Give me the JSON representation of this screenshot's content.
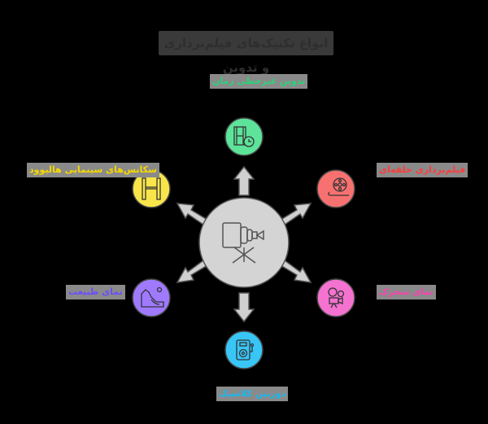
{
  "title": "انواع تکنیک‌های فیلم‌برداری و تدوین",
  "center": {
    "icon": "movie-camera-on-tripod-icon",
    "fill": "#d4d4d4"
  },
  "nodes": [
    {
      "id": "top",
      "label": "تدوین غیرخطی زمان",
      "color": "#2bd27a",
      "fill": "#5de39a",
      "icon": "film-clock-icon"
    },
    {
      "id": "upper-right",
      "label": "فیلم‌برداری حلقه‌ای",
      "color": "#ff3b3b",
      "fill": "#f87171",
      "icon": "film-reel-icon"
    },
    {
      "id": "lower-right",
      "label": "نمای متحرک",
      "color": "#ff3fb0",
      "fill": "#f472d0",
      "icon": "video-camera-icon"
    },
    {
      "id": "bottom",
      "label": "دوربین کلاسیک",
      "color": "#19b8f0",
      "fill": "#38c6f7",
      "icon": "vintage-camera-icon"
    },
    {
      "id": "lower-left",
      "label": "نمای طبیعت",
      "color": "#6c4cff",
      "fill": "#9f7aff",
      "icon": "landscape-image-icon"
    },
    {
      "id": "upper-left",
      "label": "سکانس‌های سینمایی هالیوود",
      "color": "#f5d800",
      "fill": "#f9e54a",
      "icon": "film-strip-h-icon"
    }
  ]
}
